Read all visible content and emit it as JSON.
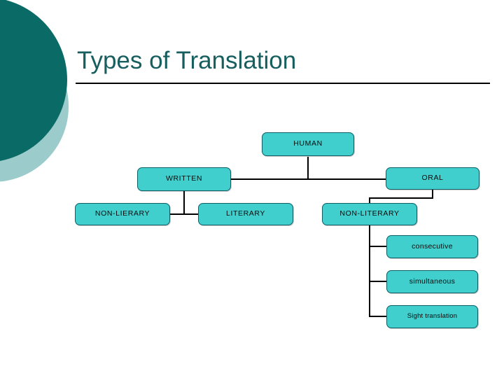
{
  "slide": {
    "title": "Types of Translation",
    "title_color": "#175E5E",
    "background_color": "#ffffff"
  },
  "decor": {
    "circle_dark_color": "#0A6A66",
    "circle_light_color": "#9CCBCB",
    "rule_color": "#000000"
  },
  "diagram": {
    "node_fill": "#40CFCD",
    "node_border": "#0E5F66",
    "connector_color": "#000000",
    "nodes": [
      {
        "id": "human",
        "label": "HUMAN"
      },
      {
        "id": "written",
        "label": "WRITTEN"
      },
      {
        "id": "oral",
        "label": "ORAL"
      },
      {
        "id": "non-lierary",
        "label": "NON-LIERARY"
      },
      {
        "id": "literary",
        "label": "LITERARY"
      },
      {
        "id": "non-literary",
        "label": "NON-LITERARY"
      },
      {
        "id": "consecutive",
        "label": "consecutive"
      },
      {
        "id": "simultaneous",
        "label": "simultaneous"
      },
      {
        "id": "sight-translation",
        "label": "Sight translation"
      }
    ]
  }
}
